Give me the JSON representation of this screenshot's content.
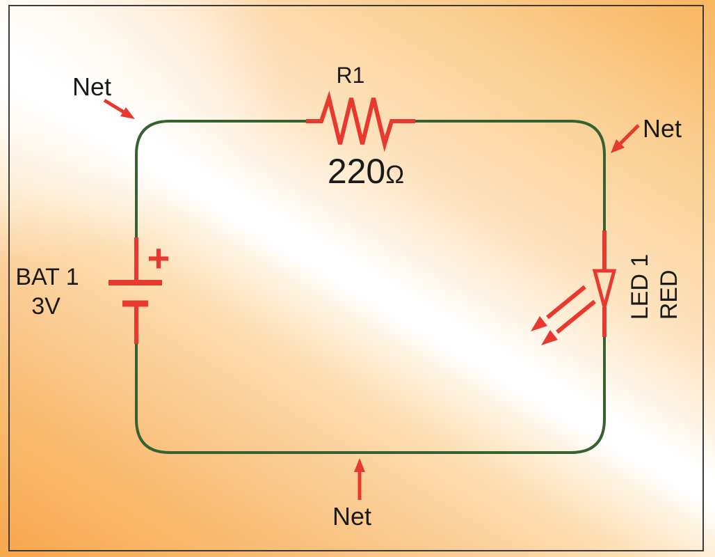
{
  "diagram": {
    "net_labels": {
      "top_left": "Net",
      "right": "Net",
      "bottom": "Net"
    },
    "components": {
      "resistor": {
        "ref": "R1",
        "value": "220",
        "unit": "Ω"
      },
      "battery": {
        "ref": "BAT 1",
        "voltage": "3V",
        "polarity_symbol": "+"
      },
      "led": {
        "ref": "LED 1",
        "color_name": "RED"
      }
    },
    "colors": {
      "wire_green": "#356230",
      "component_red": "#E8392F",
      "label_text": "#1A1A1A",
      "frame_border": "#3B3B3B",
      "background_orange": "#F8A64C",
      "background_highlight": "#FFFFFF"
    }
  }
}
